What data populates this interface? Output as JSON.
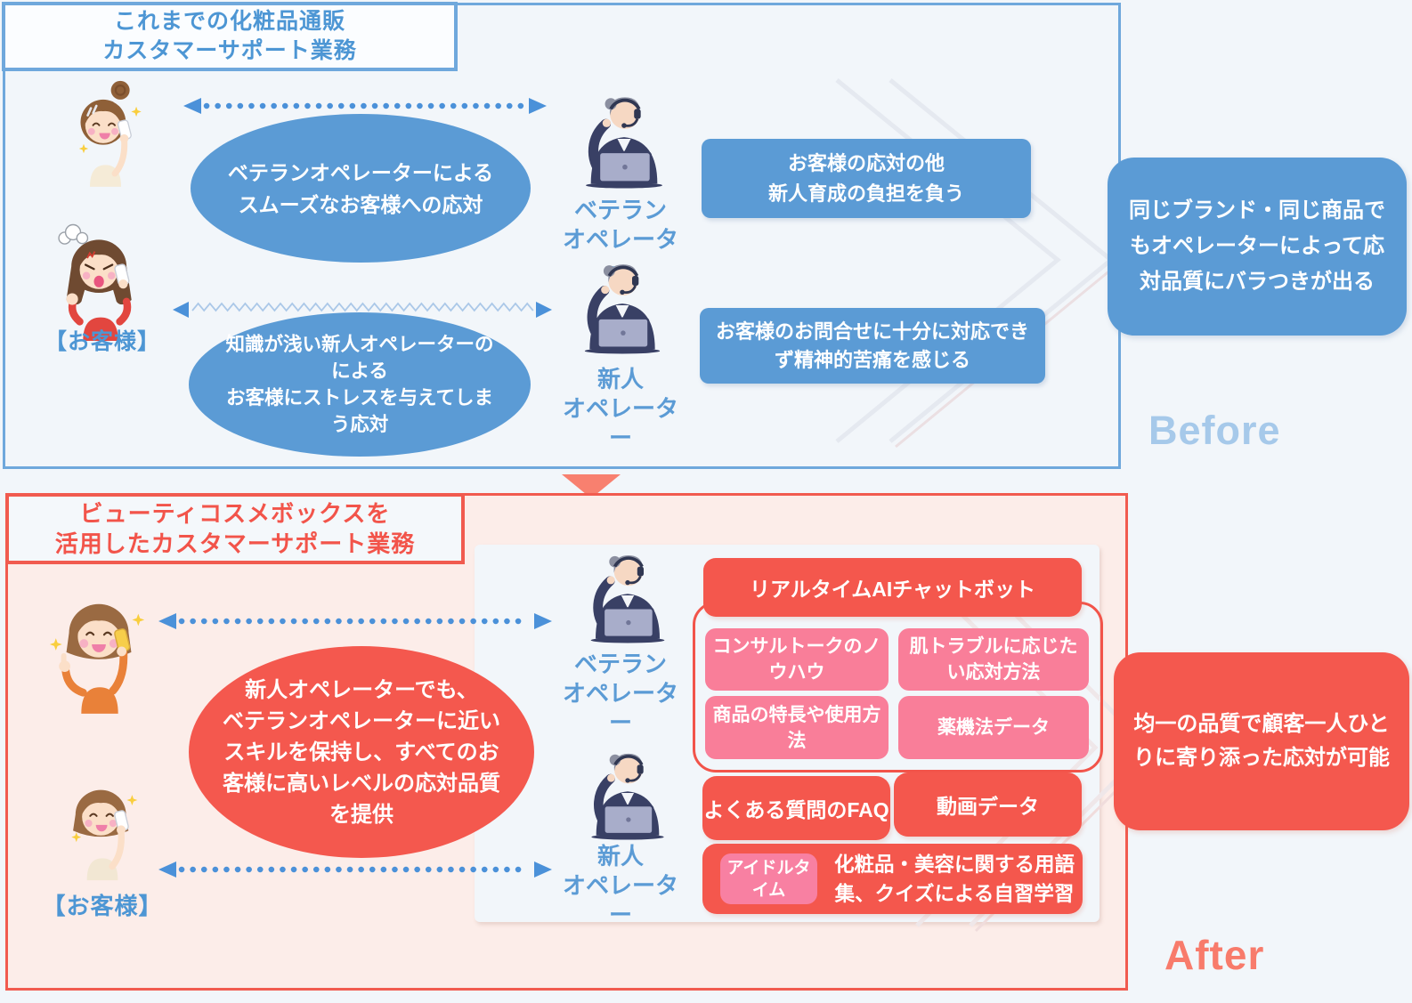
{
  "colors": {
    "page_bg": "#F2F6FA",
    "blue_box": "#5B9BD5",
    "blue_border": "#6FA8DC",
    "blue_title_text": "#4D96D4",
    "before_label_text": "#A6C9EA",
    "red_box": "#F4574D",
    "red_border": "#F15B4F",
    "red_title_text": "#F2544A",
    "pink_box": "#F97E99",
    "pink_chip": "#F880A2",
    "after_panel_bg": "#FCEDE9",
    "dotted_arrow": "#4B91D9",
    "down_arrow": "#F8806F",
    "after_label_text": "#F87B6B"
  },
  "before": {
    "title": "これまでの化粧品通販\nカスタマーサポート業務",
    "section_label": "Before",
    "customer_label": "【お客様】",
    "veteran_bubble": "ベテランオペレーターによる\nスムーズなお客様への応対",
    "rookie_bubble": "知識が浅い新人オペレーターの\nによる\nお客様にストレスを与えてしま\nう応対",
    "veteran_operator_label": "ベテラン\nオペレーター",
    "rookie_operator_label": "新人\nオペレーター",
    "veteran_note": "お客様の応対の他\n新人育成の負担を負う",
    "rookie_note": "お客様のお問合せに十分に対応でき\nず精神的苦痛を感じる",
    "result_note": "同じブランド・同じ商品で\nもオペレーターによって応\n対品質にバラつきが出る"
  },
  "after": {
    "title": "ビューティコスメボックスを\n活用したカスタマーサポート業務",
    "section_label": "After",
    "customer_label": "【お客様】",
    "skill_bubble": "新人オペレーターでも、\nベテランオペレーターに近い\nスキルを保持し、すべてのお\n客様に高いレベルの応対品質\nを提供",
    "veteran_operator_label": "ベテラン\nオペレーター",
    "rookie_operator_label": "新人\nオペレーター",
    "chatbot_header": "リアルタイムAIチャットボット",
    "kb_items": [
      "コンサルトークのノ\nウハウ",
      "肌トラブルに応じた\nい応対方法",
      "商品の特長や使用方\n法",
      "薬機法データ"
    ],
    "faq_box": "よくある質問のFAQ",
    "video_box": "動画データ",
    "idle_chip": "アイドルタ\nイム",
    "idle_note": "化粧品・美容に関する用語\n集、クイズによる自習学習",
    "result_note": "均一の品質で顧客一人ひと\nりに寄り添った応対が可能"
  }
}
